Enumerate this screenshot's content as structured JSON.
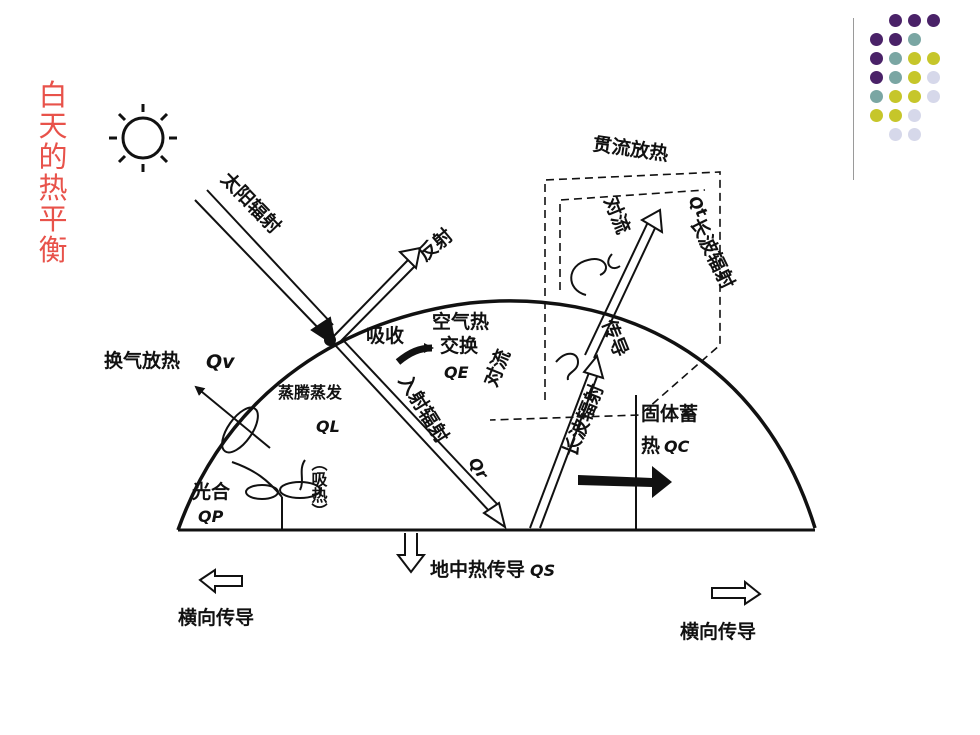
{
  "slide": {
    "title": "白天的热平衡",
    "title_color": "#e8524a"
  },
  "decoration": {
    "dot_colors": [
      "#4a2268",
      "#7aa6a3",
      "#c6c62a",
      "#d6d8ea"
    ]
  },
  "diagram": {
    "solar_radiation": "太阳辐射",
    "reflection": "反射",
    "ventilation": "换气放热",
    "ventilation_symbol": "Qv",
    "transpiration": "蒸腾蒸发",
    "latent": "QL",
    "absorb_heat": "（吸热）",
    "photosynthesis": "光合",
    "photosynthesis_symbol": "QP",
    "absorb": "吸收",
    "air_heat_exchange_1": "空气热",
    "air_heat_exchange_2": "交换",
    "air_heat_exchange_symbol": "QE",
    "incident_radiation": "入射辐射",
    "incident_symbol": "Qr",
    "transmission_heat": "贯流放热",
    "transmission_symbol": "Qt",
    "convection": "对流",
    "longwave_out": "长波辐射",
    "conduction": "传导",
    "inner_convection": "对流",
    "inner_longwave": "长波辐射",
    "solid_storage_1": "固体蓄",
    "solid_storage_2": "热",
    "solid_storage_symbol": "QC",
    "ground_conduction": "地中热传导",
    "ground_symbol": "QS",
    "lateral_left": "横向传导",
    "lateral_right": "横向传导"
  }
}
